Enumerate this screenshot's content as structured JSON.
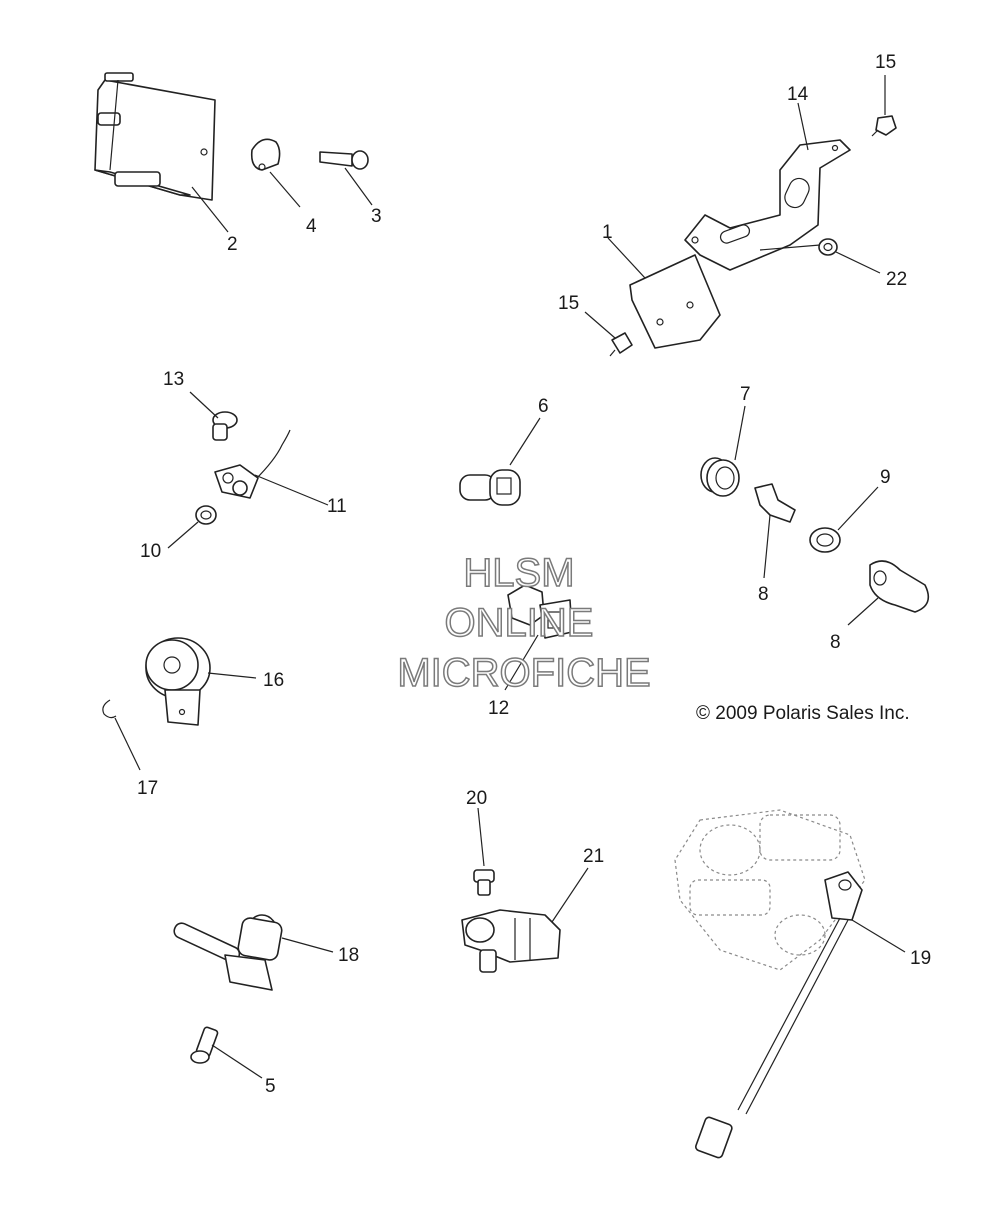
{
  "watermark": {
    "line1": "HLSM",
    "line2": "ONLINE",
    "line3": "MICROFICHE"
  },
  "copyright": "© 2009 Polaris Sales Inc.",
  "callouts": [
    {
      "id": "c1",
      "text": "1"
    },
    {
      "id": "c2",
      "text": "2"
    },
    {
      "id": "c3",
      "text": "3"
    },
    {
      "id": "c4",
      "text": "4"
    },
    {
      "id": "c5",
      "text": "5"
    },
    {
      "id": "c6",
      "text": "6"
    },
    {
      "id": "c7",
      "text": "7"
    },
    {
      "id": "c8a",
      "text": "8"
    },
    {
      "id": "c8b",
      "text": "8"
    },
    {
      "id": "c9",
      "text": "9"
    },
    {
      "id": "c10",
      "text": "10"
    },
    {
      "id": "c11",
      "text": "11"
    },
    {
      "id": "c12",
      "text": "12"
    },
    {
      "id": "c13",
      "text": "13"
    },
    {
      "id": "c14",
      "text": "14"
    },
    {
      "id": "c15a",
      "text": "15"
    },
    {
      "id": "c15b",
      "text": "15"
    },
    {
      "id": "c16",
      "text": "16"
    },
    {
      "id": "c17",
      "text": "17"
    },
    {
      "id": "c18",
      "text": "18"
    },
    {
      "id": "c19",
      "text": "19"
    },
    {
      "id": "c20",
      "text": "20"
    },
    {
      "id": "c21",
      "text": "21"
    },
    {
      "id": "c22",
      "text": "22"
    }
  ]
}
